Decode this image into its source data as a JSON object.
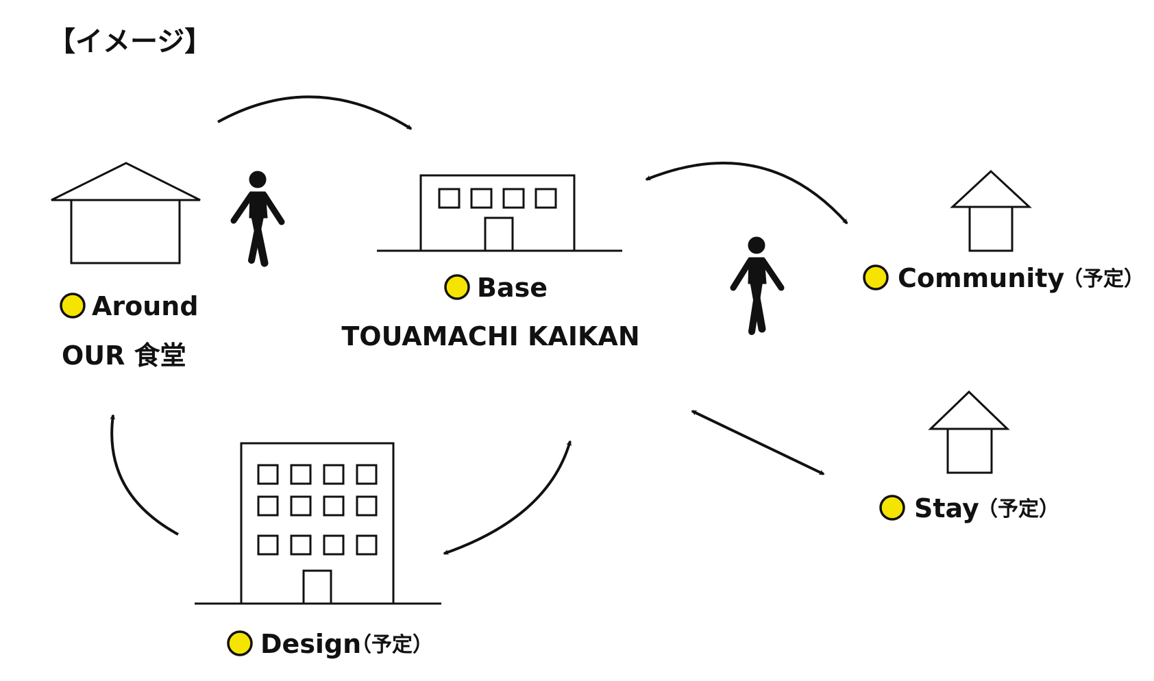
{
  "heading": "【イメージ】",
  "accent_color": "#f5e400",
  "icons": [
    "house-icon",
    "walking-person-icon",
    "building-icon",
    "tall-building-icon",
    "bidirectional-arrow-icon",
    "curved-arrow-icon"
  ],
  "nodes": {
    "around": {
      "label": "Around",
      "sub": "OUR 食堂"
    },
    "base": {
      "label": "Base",
      "sub": "TOUAMACHI KAIKAN"
    },
    "community": {
      "label": "Community",
      "note": "（予定）"
    },
    "stay": {
      "label": "Stay",
      "note": "（予定）"
    },
    "design": {
      "label": "Design",
      "note": "（予定）"
    }
  }
}
